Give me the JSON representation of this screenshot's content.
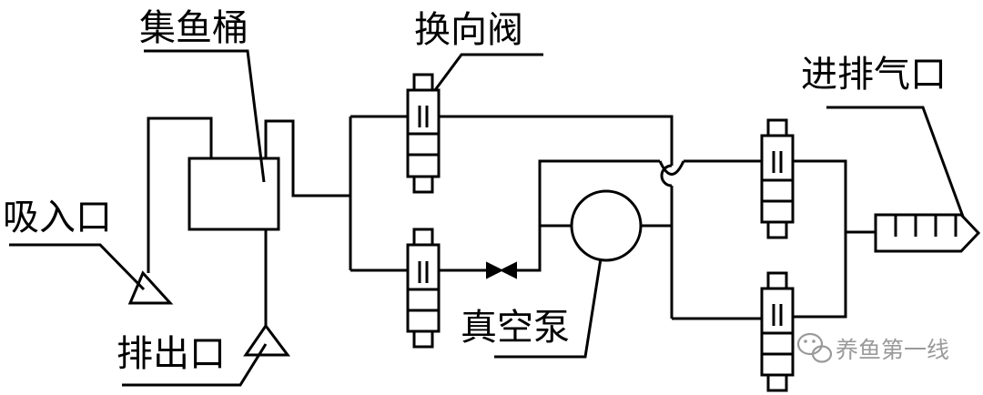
{
  "title": "集鱼泵系统原理图",
  "labels": {
    "fish_tank": "集鱼桶",
    "reversing_valve": "换向阀",
    "air_port": "进排气口",
    "suction_port": "吸入口",
    "discharge_port": "排出口",
    "vacuum_pump": "真空泵"
  },
  "watermark": {
    "text": "养鱼第一线",
    "icon": "wechat-icon"
  },
  "colors": {
    "line": "#000000",
    "background": "#ffffff",
    "watermark": "#9a9a9a"
  }
}
